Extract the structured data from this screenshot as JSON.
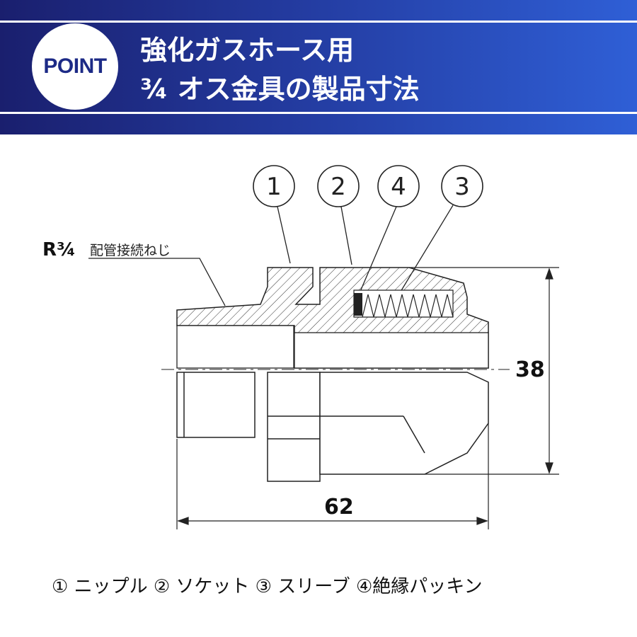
{
  "header": {
    "badge": "POINT",
    "title_line1": "強化ガスホース用",
    "title_line2": "¾ オス金具の製品寸法"
  },
  "diagram": {
    "callouts": [
      "1",
      "2",
      "4",
      "3"
    ],
    "thread_label_prefix": "R¾",
    "thread_label_text": "配管接続ねじ",
    "dim_height": "38",
    "dim_length": "62"
  },
  "caption": "① ニップル ② ソケット ③ スリーブ ④絶縁パッキン",
  "colors": {
    "header_dark": "#1a1f6e",
    "header_light": "#2f5fd6",
    "badge_text": "#1c2a86"
  }
}
